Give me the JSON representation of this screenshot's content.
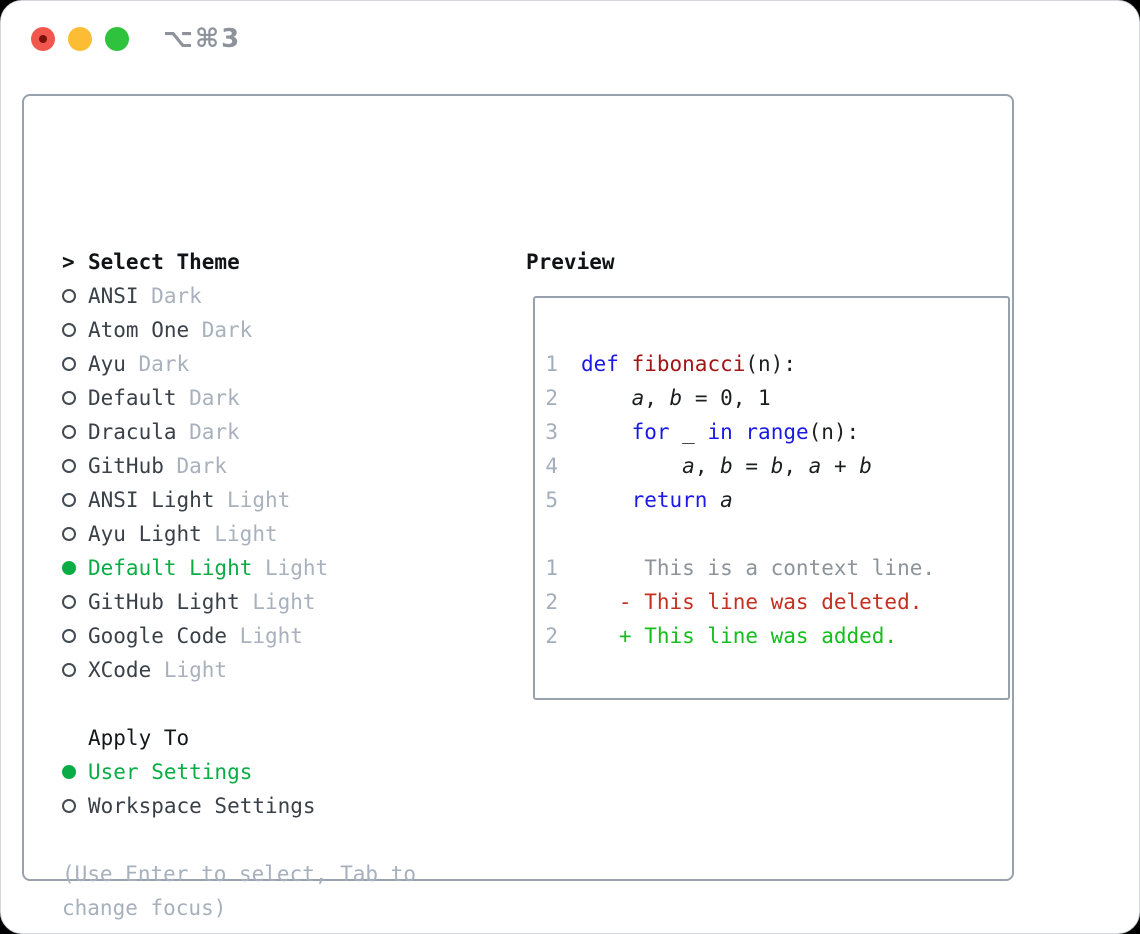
{
  "window": {
    "title": "⌥⌘3"
  },
  "traffic_lights": {
    "close_color": "#f2574e",
    "close_dot_color": "#7c1207",
    "minimize_color": "#fcbd34",
    "zoom_color": "#2fc33d"
  },
  "theme_list": {
    "header_marker": ">",
    "header": "Select Theme",
    "items": [
      {
        "name": "ANSI",
        "tag": "Dark",
        "selected": false
      },
      {
        "name": "Atom One",
        "tag": "Dark",
        "selected": false
      },
      {
        "name": "Ayu",
        "tag": "Dark",
        "selected": false
      },
      {
        "name": "Default",
        "tag": "Dark",
        "selected": false
      },
      {
        "name": "Dracula",
        "tag": "Dark",
        "selected": false
      },
      {
        "name": "GitHub",
        "tag": "Dark",
        "selected": false
      },
      {
        "name": "ANSI Light",
        "tag": "Light",
        "selected": false
      },
      {
        "name": "Ayu Light",
        "tag": "Light",
        "selected": false
      },
      {
        "name": "Default Light",
        "tag": "Light",
        "selected": true
      },
      {
        "name": "GitHub Light",
        "tag": "Light",
        "selected": false
      },
      {
        "name": "Google Code",
        "tag": "Light",
        "selected": false
      },
      {
        "name": "XCode",
        "tag": "Light",
        "selected": false
      }
    ]
  },
  "apply_to": {
    "header": "Apply To",
    "items": [
      {
        "name": "User Settings",
        "selected": true
      },
      {
        "name": "Workspace Settings",
        "selected": false
      }
    ]
  },
  "hint": {
    "line1": "(Use Enter to select, Tab to",
    "line2": "change focus)"
  },
  "preview": {
    "label": "Preview",
    "lines": [
      {
        "num": "1",
        "tokens": [
          {
            "t": "def",
            "c": "kw"
          },
          {
            "t": " ",
            "c": "pl"
          },
          {
            "t": "fibonacci",
            "c": "fn"
          },
          {
            "t": "(n):",
            "c": "pl"
          }
        ]
      },
      {
        "num": "2",
        "tokens": [
          {
            "t": "    ",
            "c": "pl"
          },
          {
            "t": "a",
            "c": "var"
          },
          {
            "t": ", ",
            "c": "pl"
          },
          {
            "t": "b",
            "c": "var"
          },
          {
            "t": " = 0, 1",
            "c": "pl"
          }
        ]
      },
      {
        "num": "3",
        "tokens": [
          {
            "t": "    ",
            "c": "pl"
          },
          {
            "t": "for",
            "c": "kw"
          },
          {
            "t": " _ ",
            "c": "pl"
          },
          {
            "t": "in",
            "c": "kw"
          },
          {
            "t": " ",
            "c": "pl"
          },
          {
            "t": "range",
            "c": "kw"
          },
          {
            "t": "(n):",
            "c": "pl"
          }
        ]
      },
      {
        "num": "4",
        "tokens": [
          {
            "t": "        ",
            "c": "pl"
          },
          {
            "t": "a",
            "c": "var"
          },
          {
            "t": ", ",
            "c": "pl"
          },
          {
            "t": "b",
            "c": "var"
          },
          {
            "t": " = ",
            "c": "pl"
          },
          {
            "t": "b",
            "c": "var"
          },
          {
            "t": ", ",
            "c": "pl"
          },
          {
            "t": "a",
            "c": "var"
          },
          {
            "t": " + ",
            "c": "pl"
          },
          {
            "t": "b",
            "c": "var"
          }
        ]
      },
      {
        "num": "5",
        "tokens": [
          {
            "t": "    ",
            "c": "pl"
          },
          {
            "t": "return",
            "c": "kw"
          },
          {
            "t": " ",
            "c": "pl"
          },
          {
            "t": "a",
            "c": "var"
          }
        ]
      },
      {
        "num": "",
        "tokens": []
      },
      {
        "num": "1",
        "tokens": [
          {
            "t": "     This is a context line.",
            "c": "ctx"
          }
        ]
      },
      {
        "num": "2",
        "tokens": [
          {
            "t": "   - This line was deleted.",
            "c": "del"
          }
        ]
      },
      {
        "num": "2",
        "tokens": [
          {
            "t": "   + This line was added.",
            "c": "add"
          }
        ]
      }
    ]
  },
  "colors": {
    "accent_green": "#0aad45",
    "keyword_blue": "#1b1ae5",
    "function_red": "#a31515",
    "deleted_red": "#c4301f",
    "added_green": "#14bf1c",
    "muted_gray": "#a8b1bd",
    "border_gray": "#99a1ac"
  }
}
